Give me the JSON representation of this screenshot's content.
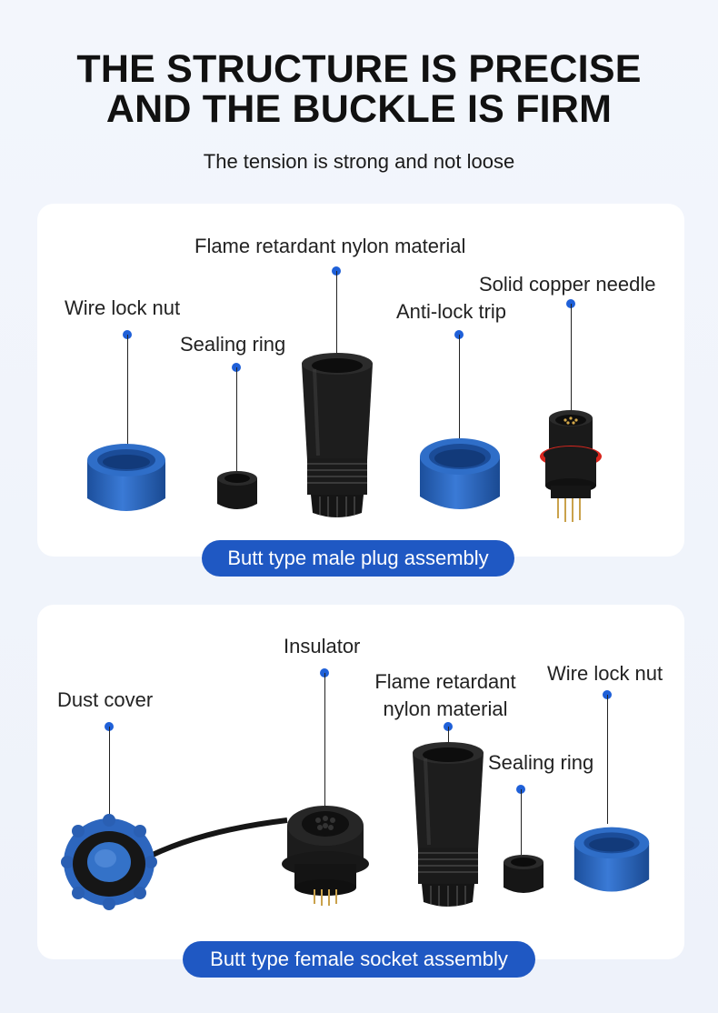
{
  "header": {
    "title_line1": "THE STRUCTURE IS PRECISE",
    "title_line2": "AND THE BUCKLE IS FIRM",
    "subtitle": "The tension is strong and not loose"
  },
  "male_section": {
    "badge": "Butt type male plug assembly",
    "parts": {
      "flame_retardant": "Flame retardant nylon material",
      "wire_lock_nut": "Wire lock nut",
      "sealing_ring": "Sealing ring",
      "anti_lock_trip": "Anti-lock trip",
      "copper_needle": "Solid copper needle"
    }
  },
  "female_section": {
    "badge": "Butt type female socket assembly",
    "parts": {
      "insulator": "Insulator",
      "flame_retardant_line1": "Flame retardant",
      "flame_retardant_line2": "nylon material",
      "wire_lock_nut": "Wire lock nut",
      "dust_cover": "Dust cover",
      "sealing_ring": "Sealing ring"
    }
  },
  "colors": {
    "accent_blue": "#1f58c3",
    "dot_blue": "#1f60d8",
    "part_blue": "#2a68c2",
    "part_black": "#1b1b1b",
    "seal_red": "#d8261e"
  }
}
